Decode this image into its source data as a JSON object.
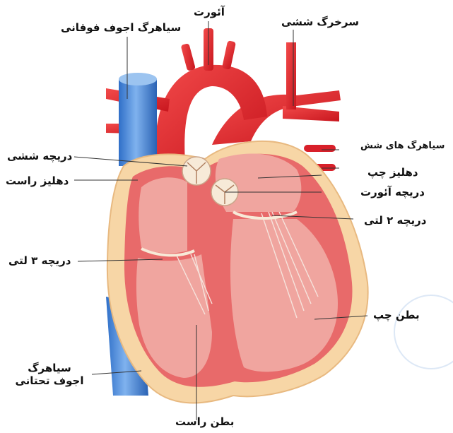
{
  "labels": {
    "aorta": "آئورت",
    "superior_vena_cava": "سیاهرگ اجوف فوقانی",
    "pulmonary_trunk": "سرخرگ ششی",
    "pulmonary_veins": "سیاهرگ های شش",
    "pulmonary_valve": "دریچه ششی",
    "right_atrium": "دهلیز راست",
    "left_atrium": "دهلیز چپ",
    "aortic_valve": "دریچه آئورت",
    "mitral_valve": "دریچه ۲ لتی",
    "tricuspid_valve": "دریچه ۳ لتی",
    "left_ventricle": "بطن چپ",
    "inferior_vena_cava_line1": "سیاهرگ",
    "inferior_vena_cava_line2": "اجوف تحتانی",
    "right_ventricle": "بطن راست"
  },
  "colors": {
    "artery_red": "#e0242c",
    "vein_blue": "#4d8fdd",
    "heart_outer": "#f7d6a6",
    "heart_wall": "#e86a6a",
    "chamber": "#f0a59f",
    "valve": "#f7ead8"
  }
}
